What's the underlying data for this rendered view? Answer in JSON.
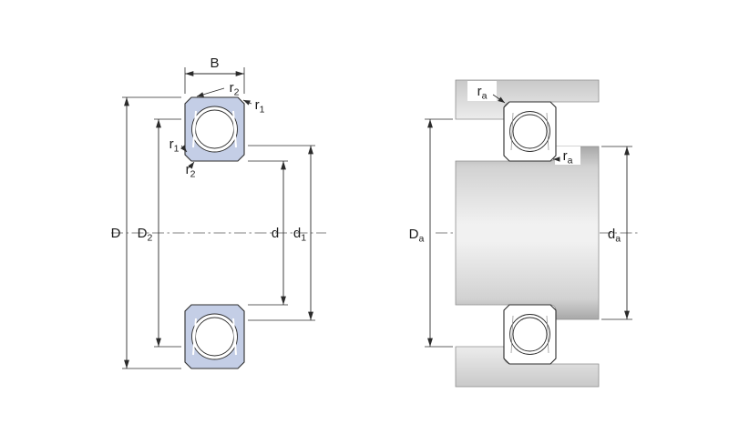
{
  "drawing": {
    "type": "bearing-dimension-drawing",
    "left_view": {
      "dimensions": {
        "width": {
          "main": "B",
          "sub": ""
        },
        "outer_diameter": {
          "main": "D",
          "sub": ""
        },
        "recess_diameter": {
          "main": "D",
          "sub": "2"
        },
        "bore_diameter": {
          "main": "d",
          "sub": ""
        },
        "shoulder_diameter": {
          "main": "d",
          "sub": "1"
        },
        "chamfer_r2_top": {
          "main": "r",
          "sub": "2"
        },
        "chamfer_r1_right": {
          "main": "r",
          "sub": "1"
        },
        "chamfer_r1_left": {
          "main": "r",
          "sub": "1"
        },
        "chamfer_r2_left": {
          "main": "r",
          "sub": "2"
        }
      }
    },
    "right_view": {
      "dimensions": {
        "housing_abutment_diameter": {
          "main": "D",
          "sub": "a"
        },
        "shaft_abutment_diameter": {
          "main": "d",
          "sub": "a"
        },
        "fillet_housing": {
          "main": "r",
          "sub": "a"
        },
        "fillet_shaft": {
          "main": "r",
          "sub": "a"
        }
      }
    },
    "colors": {
      "shield_blue": "#c4cee6",
      "steel_gray": "#d9d9d9",
      "line": "#2b2b2b"
    }
  }
}
